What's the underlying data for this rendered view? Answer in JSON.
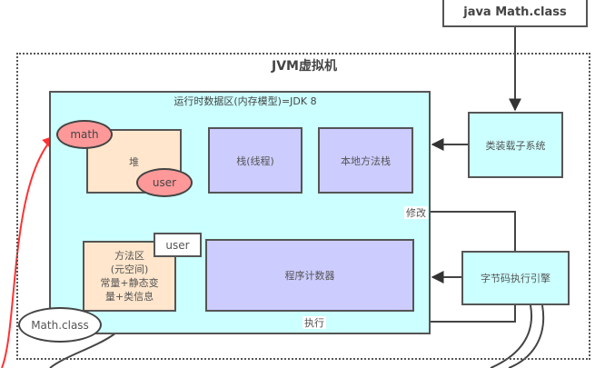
{
  "diagram": {
    "jvm_title": "JVM虚拟机",
    "source_file": "java Math.class",
    "runtime_area_title": "运行时数据区(内存模型)=JDK 8",
    "nodes": {
      "heap": "堆",
      "stack": "栈(线程)",
      "native_method_stack": "本地方法栈",
      "method_area": [
        "方法区",
        "(元空间)",
        "常量+静态变",
        "量+类信息"
      ],
      "program_counter": "程序计数器",
      "class_loader": "类装载子系统",
      "execution_engine": "字节码执行引擎",
      "math_object": "math",
      "user_object": "user",
      "user_label": "user",
      "math_class": "Math.class"
    },
    "edge_labels": {
      "modify": "修改",
      "execute": "执行"
    },
    "colors": {
      "runtime_area": "#ccffff",
      "heap": "#ffe6cc",
      "stack": "#ccccff",
      "object": "#ff9999",
      "reference_arrow": "#ff3333",
      "line": "#444444"
    }
  }
}
